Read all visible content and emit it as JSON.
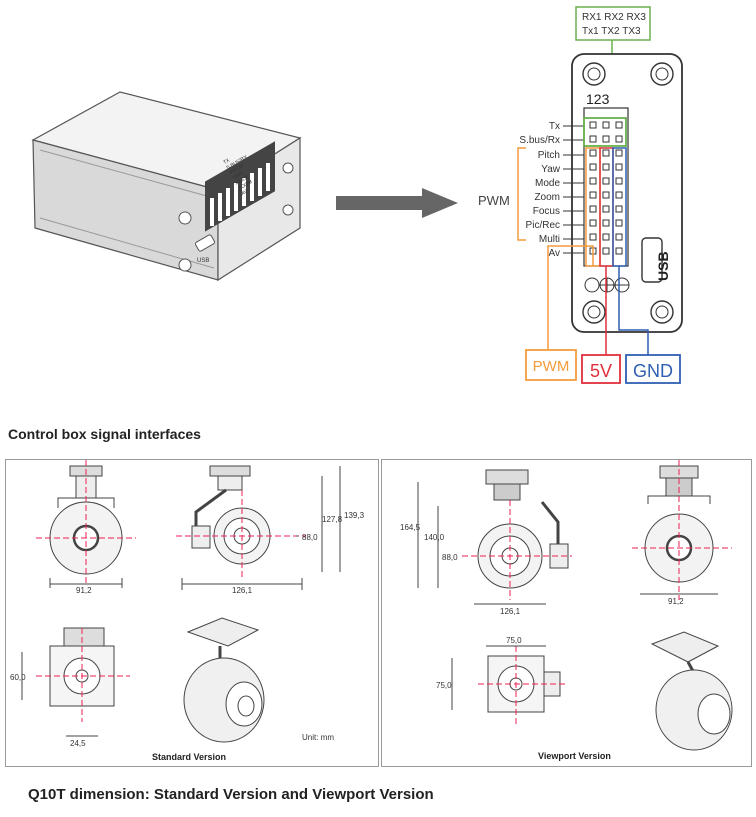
{
  "top_diagram": {
    "uart_box": {
      "row1": "RX1 RX2  RX3",
      "row2": "Tx1 TX2  TX3"
    },
    "header_numbers": "123",
    "pin_labels": [
      "Tx",
      "S.bus/Rx",
      "Pitch",
      "Yaw",
      "Mode",
      "Zoom",
      "Focus",
      "Pic/Rec",
      "Multi",
      "Av"
    ],
    "pwm_group_label": "PWM",
    "usb_label": "USB",
    "legend": {
      "pwm": "PWM",
      "five_v": "5V",
      "gnd": "GND"
    },
    "box_side_label": "USB",
    "colors": {
      "uart": "#6ab04c",
      "pwm": "#f39c3d",
      "five_v": "#e0303b",
      "gnd": "#2f5fb3"
    }
  },
  "caption_top": "Control box signal interfaces",
  "standard_panel": {
    "dims": {
      "width_front": "91,2",
      "length_side": "126,1",
      "h1": "127,8",
      "h2": "139,3",
      "center": "88,0",
      "bottom_h": "60,0",
      "bottom_w": "24,5"
    },
    "unit": "Unit: mm",
    "title": "Standard Version"
  },
  "viewport_panel": {
    "dims": {
      "h_total": "164,5",
      "h_mid": "140,0",
      "center": "88,0",
      "length_side": "126,1",
      "width_front": "91,2",
      "top_w": "75,0",
      "top_h": "75,0"
    },
    "title": "Viewport Version"
  },
  "caption_bottom": "Q10T dimension: Standard Version and Viewport Version"
}
